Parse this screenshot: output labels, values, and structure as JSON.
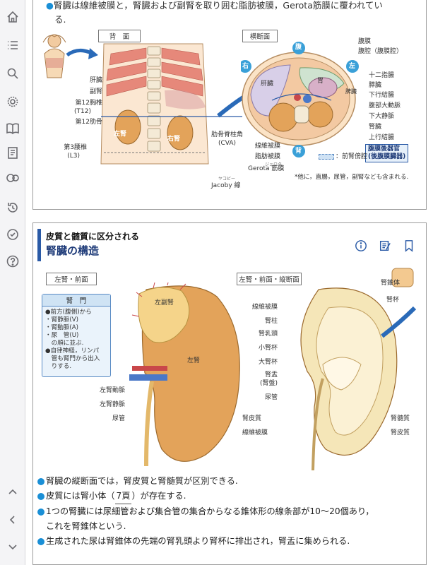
{
  "toolbar": {
    "items": [
      {
        "name": "home-icon"
      },
      {
        "name": "toc-icon"
      },
      {
        "name": "search-icon"
      },
      {
        "name": "gear-icon"
      },
      {
        "name": "book-icon"
      },
      {
        "name": "notes-icon"
      },
      {
        "name": "dictionary-icon"
      },
      {
        "name": "history-icon"
      },
      {
        "name": "sync-icon"
      },
      {
        "name": "help-icon"
      }
    ],
    "nav": [
      "up-arrow-icon",
      "back-arrow-icon",
      "down-arrow-icon"
    ]
  },
  "top_section": {
    "text_line1": "腎臓は線維被膜と，腎臓および副腎を取り囲む脂肪被膜，Gerota筋膜に覆われてい",
    "text_line2": "る.",
    "fig_back_label": "背　面",
    "fig_cross_label": "横断面",
    "back_labels": {
      "liver": "肝臓",
      "adrenal": "副腎",
      "t12": "第12胸椎",
      "t12_sub": "(T12)",
      "rib12": "第12肋骨",
      "left_kidney": "左腎",
      "right_kidney": "右腎",
      "l3": "第3腰椎",
      "l3_sub": "(L3)",
      "cva": "肋骨脊柱角",
      "cva_sub": "(CVA)",
      "jacoby": "Jacoby 線",
      "jacoby_ruby": "ヤコビー"
    },
    "cross_labels": {
      "peritoneum": "腹膜",
      "peritoneal_cavity": "腹腔（腹膜腔）",
      "duodenum": "十二指腸",
      "pancreas": "膵臓",
      "desc_colon": "下行結腸",
      "aorta": "腹部大動脈",
      "ivc": "下大静脈",
      "kidney": "腎臓",
      "asc_colon": "上行結腸",
      "retro_organs": "腹膜後器官",
      "retro_sub": "(後腹膜臓器)",
      "fibrous_capsule": "線維被膜",
      "fat_capsule": "脂肪被膜",
      "gerota": "Gerota 筋膜",
      "gerota_ruby": "ジェロタ",
      "liver": "肝臓",
      "stomach": "胃",
      "spleen": "脾臓",
      "abdomen": "腹",
      "back": "背",
      "right": "右",
      "left": "左",
      "pararenal": "：前腎傍腔",
      "footnote": "*他に，直腸，尿管，副腎なども含まれる."
    }
  },
  "main_section": {
    "subtitle": "皮質と髄質に区分される",
    "title": "腎臓の構造",
    "fig_left_label": "左腎・前面",
    "fig_right_label": "左腎・前面・縦断面",
    "hilum": {
      "title": "腎　門",
      "lines": [
        "●前方(腹側)から",
        "・腎静脈(V)",
        "・腎動脈(A)",
        "・尿　管(U)",
        "　の順に並ぶ.",
        "●自律神経，リンパ",
        "　管も腎門から出入",
        "　りする."
      ]
    },
    "left_labels": {
      "left_adrenal": "左副腎",
      "left_kidney": "左腎",
      "renal_artery": "左腎動脈",
      "renal_vein": "左腎静脈",
      "ureter": "尿管",
      "renal_fascia": "腎皮質",
      "fibrous_capsule": "線維被膜"
    },
    "right_labels": {
      "fibrous_capsule": "線維被膜",
      "renal_column": "腎柱",
      "papilla": "腎乳頭",
      "minor_calyx": "小腎杯",
      "major_calyx": "大腎杯",
      "pelvis": "腎盂",
      "pelvis_sub": "(腎盤)",
      "ureter": "尿管",
      "pyramid": "腎錐体",
      "calyx": "腎杯",
      "medulla": "腎髄質",
      "cortex": "腎皮質"
    },
    "notes": [
      {
        "text": "腎臓の縦断面では，腎皮質と腎髄質が区別できる."
      },
      {
        "pre": "皮質には腎小体（",
        "page": "7頁",
        "post": "）が存在する."
      },
      {
        "text": "1つの腎臓には尿細管および集合管の集合からなる錐体形の線条部が10〜20個あり，"
      },
      {
        "text": "これを腎錐体という."
      },
      {
        "text": "生成された尿は腎錐体の先端の腎乳頭より腎杯に排出され，腎盂に集められる."
      }
    ]
  }
}
